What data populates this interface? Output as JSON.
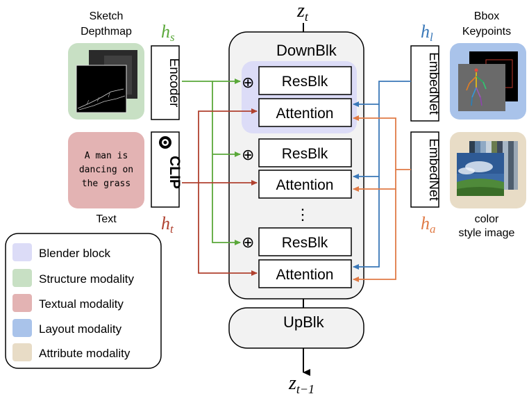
{
  "z_top": {
    "base": "z",
    "sub": "t"
  },
  "z_bottom": {
    "base": "z",
    "sub": "t−1"
  },
  "inputs": {
    "sketch_label": [
      "Sketch",
      "Depthmap"
    ],
    "text_label": "Text",
    "bbox_label": [
      "Bbox",
      "Keypoints"
    ],
    "color_label": [
      "color",
      "style image"
    ],
    "text_content": [
      "A man is",
      "dancing on",
      "the grass"
    ]
  },
  "encoders": {
    "encoder": "Encoder",
    "clip": "CLIP",
    "embednet_top": "EmbedNet",
    "embednet_bottom": "EmbedNet"
  },
  "hidden": {
    "hs": {
      "base": "h",
      "sub": "s",
      "color": "#5aa83a"
    },
    "ht": {
      "base": "h",
      "sub": "t",
      "color": "#b0412f"
    },
    "hl": {
      "base": "h",
      "sub": "l",
      "color": "#3a78b8"
    },
    "ha": {
      "base": "h",
      "sub": "a",
      "color": "#e07a45"
    }
  },
  "unet": {
    "down_label": "DownBlk",
    "up_label": "UpBlk",
    "blocks": [
      {
        "res": "ResBlk",
        "attn": "Attention",
        "plus": "⊕"
      },
      {
        "res": "ResBlk",
        "attn": "Attention",
        "plus": "⊕"
      },
      {
        "res": "ResBlk",
        "attn": "Attention",
        "plus": "⊕"
      }
    ],
    "ellipsis": "⋮"
  },
  "legend": [
    {
      "label": "Blender block",
      "color": "#dcdcf7"
    },
    {
      "label": "Structure modality",
      "color": "#c8e0c4"
    },
    {
      "label": "Textual modality",
      "color": "#e3b3b3"
    },
    {
      "label": "Layout modality",
      "color": "#a9c3ea"
    },
    {
      "label": "Attribute modality",
      "color": "#e8dcc6"
    }
  ],
  "colors": {
    "structure": "#c8e0c4",
    "text_bg": "#e3b3b3",
    "layout_bg": "#a9c3ea",
    "attribute_bg": "#e8dcc6",
    "blender": "#dcdcf7",
    "green": "#5aa83a",
    "red": "#b0412f",
    "blue": "#3a78b8",
    "orange": "#e07a45"
  }
}
